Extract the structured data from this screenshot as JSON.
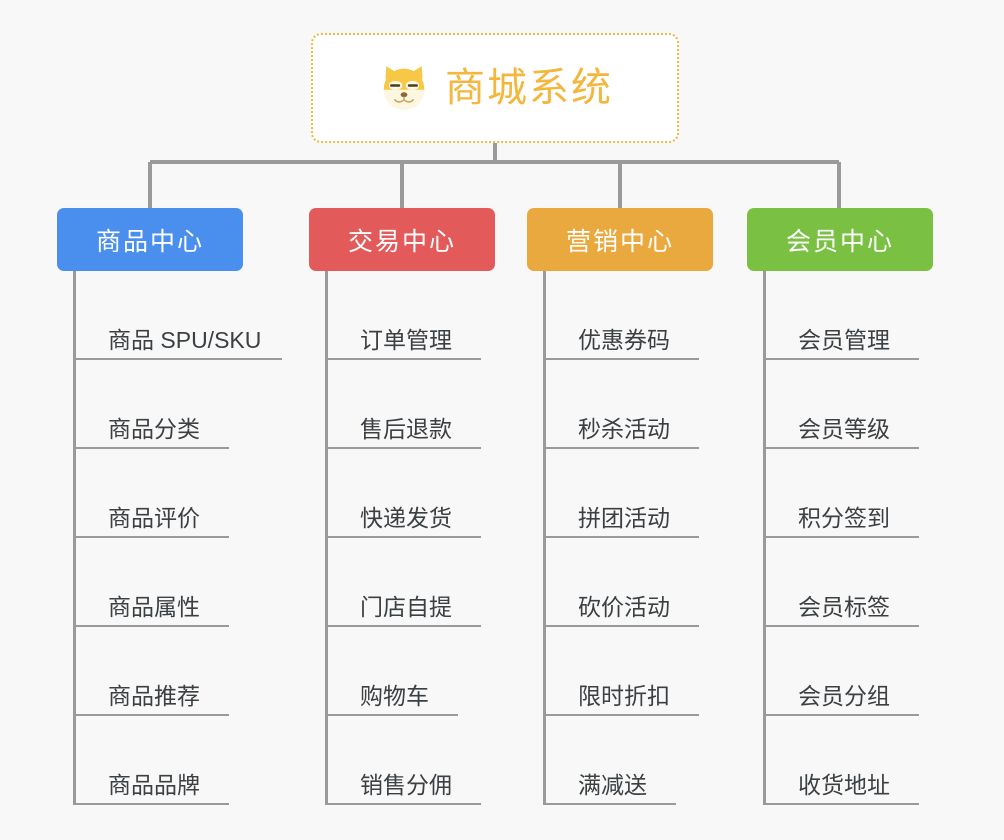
{
  "page": {
    "background_color": "#f8f8f8",
    "line_color": "#9a9a9a",
    "leaf_text_color": "#3c4043"
  },
  "root": {
    "title": "商城系统",
    "icon": "shiba-dog-face-icon",
    "text_color": "#f3b73d",
    "border_color": "#f0b840",
    "background_color": "#ffffff"
  },
  "branches": [
    {
      "label": "商品中心",
      "color": "#4a8fee",
      "leaves": [
        {
          "label": "商品 SPU/SKU",
          "underline_width": 206
        },
        {
          "label": "商品分类",
          "underline_width": 153
        },
        {
          "label": "商品评价",
          "underline_width": 153
        },
        {
          "label": "商品属性",
          "underline_width": 153
        },
        {
          "label": "商品推荐",
          "underline_width": 153
        },
        {
          "label": "商品品牌",
          "underline_width": 153
        }
      ]
    },
    {
      "label": "交易中心",
      "color": "#e35a5a",
      "leaves": [
        {
          "label": "订单管理",
          "underline_width": 153
        },
        {
          "label": "售后退款",
          "underline_width": 153
        },
        {
          "label": "快递发货",
          "underline_width": 153
        },
        {
          "label": "门店自提",
          "underline_width": 153
        },
        {
          "label": "购物车",
          "underline_width": 130
        },
        {
          "label": "销售分佣",
          "underline_width": 153
        }
      ]
    },
    {
      "label": "营销中心",
      "color": "#eaa93e",
      "leaves": [
        {
          "label": "优惠券码",
          "underline_width": 153
        },
        {
          "label": "秒杀活动",
          "underline_width": 153
        },
        {
          "label": "拼团活动",
          "underline_width": 153
        },
        {
          "label": "砍价活动",
          "underline_width": 153
        },
        {
          "label": "限时折扣",
          "underline_width": 153
        },
        {
          "label": "满减送",
          "underline_width": 130
        }
      ]
    },
    {
      "label": "会员中心",
      "color": "#7ac143",
      "leaves": [
        {
          "label": "会员管理",
          "underline_width": 153
        },
        {
          "label": "会员等级",
          "underline_width": 153
        },
        {
          "label": "积分签到",
          "underline_width": 153
        },
        {
          "label": "会员标签",
          "underline_width": 153
        },
        {
          "label": "会员分组",
          "underline_width": 153
        },
        {
          "label": "收货地址",
          "underline_width": 153
        }
      ]
    }
  ]
}
